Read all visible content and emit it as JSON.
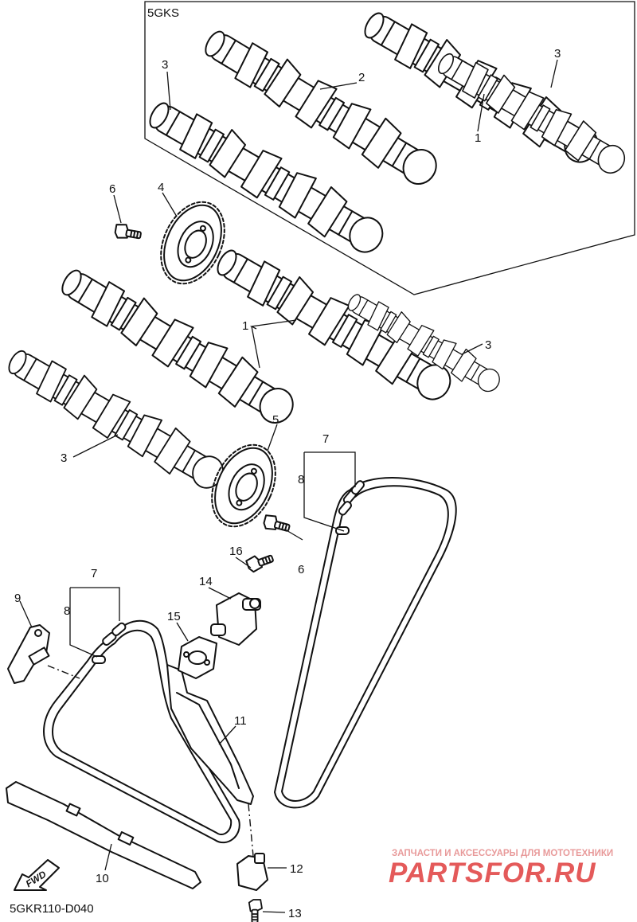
{
  "kit": {
    "label": "5GKS"
  },
  "callouts": {
    "c1": "1",
    "c2": "2",
    "c3a": "3",
    "c3b": "3",
    "c1b": "1",
    "c3c": "3",
    "c3d": "3",
    "c4": "4",
    "c5": "5",
    "c6a": "6",
    "c6b": "6",
    "c7a": "7",
    "c8a": "8",
    "c7b": "7",
    "c8b": "8",
    "c9": "9",
    "c10": "10",
    "c11": "11",
    "c12": "12",
    "c13": "13",
    "c14": "14",
    "c15": "15",
    "c16": "16"
  },
  "fwd": {
    "label": "FWD"
  },
  "diagram_code": "5GKR110-D040",
  "watermark": {
    "tagline": "ЗАПЧАСТИ И АКСЕССУАРЫ ДЛЯ МОТОТЕХНИКИ",
    "brand": "PARTSFOR.RU"
  }
}
